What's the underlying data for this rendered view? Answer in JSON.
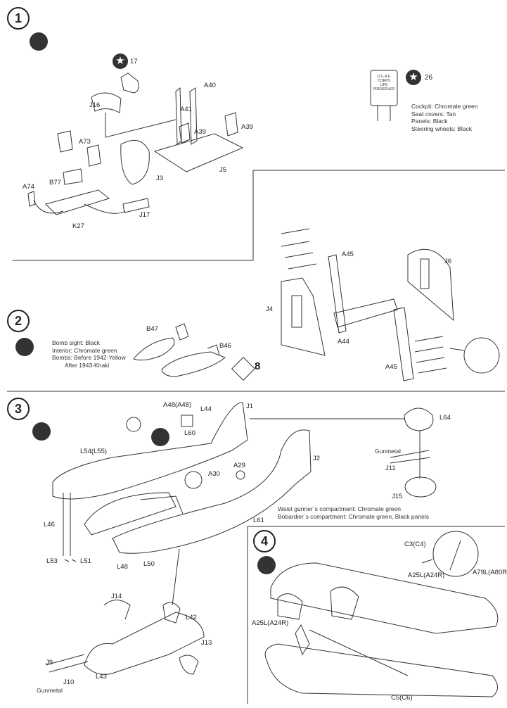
{
  "steps": [
    {
      "number": "1",
      "labels": [
        "17",
        "J16",
        "A40",
        "A41",
        "A39",
        "A39",
        "J5",
        "A73",
        "B77",
        "A74",
        "J3",
        "J17",
        "K27",
        "26"
      ]
    },
    {
      "number": "2",
      "labels": [
        "A45",
        "J6",
        "J4",
        "A44",
        "A45",
        "B47",
        "B46",
        "8"
      ]
    },
    {
      "number": "3",
      "labels": [
        "A48(A48)",
        "L44",
        "J1",
        "L60",
        "L64",
        "L54(L55)",
        "Gunmetal",
        "J11",
        "A29",
        "J2",
        "A30",
        "J15",
        "L46",
        "L61",
        "L53",
        "L51",
        "L48",
        "L50",
        "J14",
        "L42",
        "J13",
        "J9",
        "L43",
        "J10",
        "Gunmetal"
      ]
    },
    {
      "number": "4",
      "labels": [
        "C3(C4)",
        "A25L(A24R)",
        "A79L(A80R)",
        "A25L(A24R)",
        "C5(C6)"
      ]
    }
  ],
  "stickers": {
    "life_preserver": [
      "U.S. A.F.",
      "CORPS",
      "LIFE",
      "PRESERVER"
    ]
  },
  "notes": {
    "step1_colors": [
      "Cockpit: Chromate green",
      "Seat covers: Tan",
      "Panels: Black",
      "Steering wheels: Black"
    ],
    "step2_colors": [
      "Bomb sight: Black",
      "Interior: Chromate green",
      "Bombs: Before 1942-Yellow",
      "After 1943-Khaki"
    ],
    "step3_colors": [
      "Waist gunner`s compartment: Chromate green",
      "Bobardier`s compartment: Chromate green, Black panels"
    ]
  }
}
